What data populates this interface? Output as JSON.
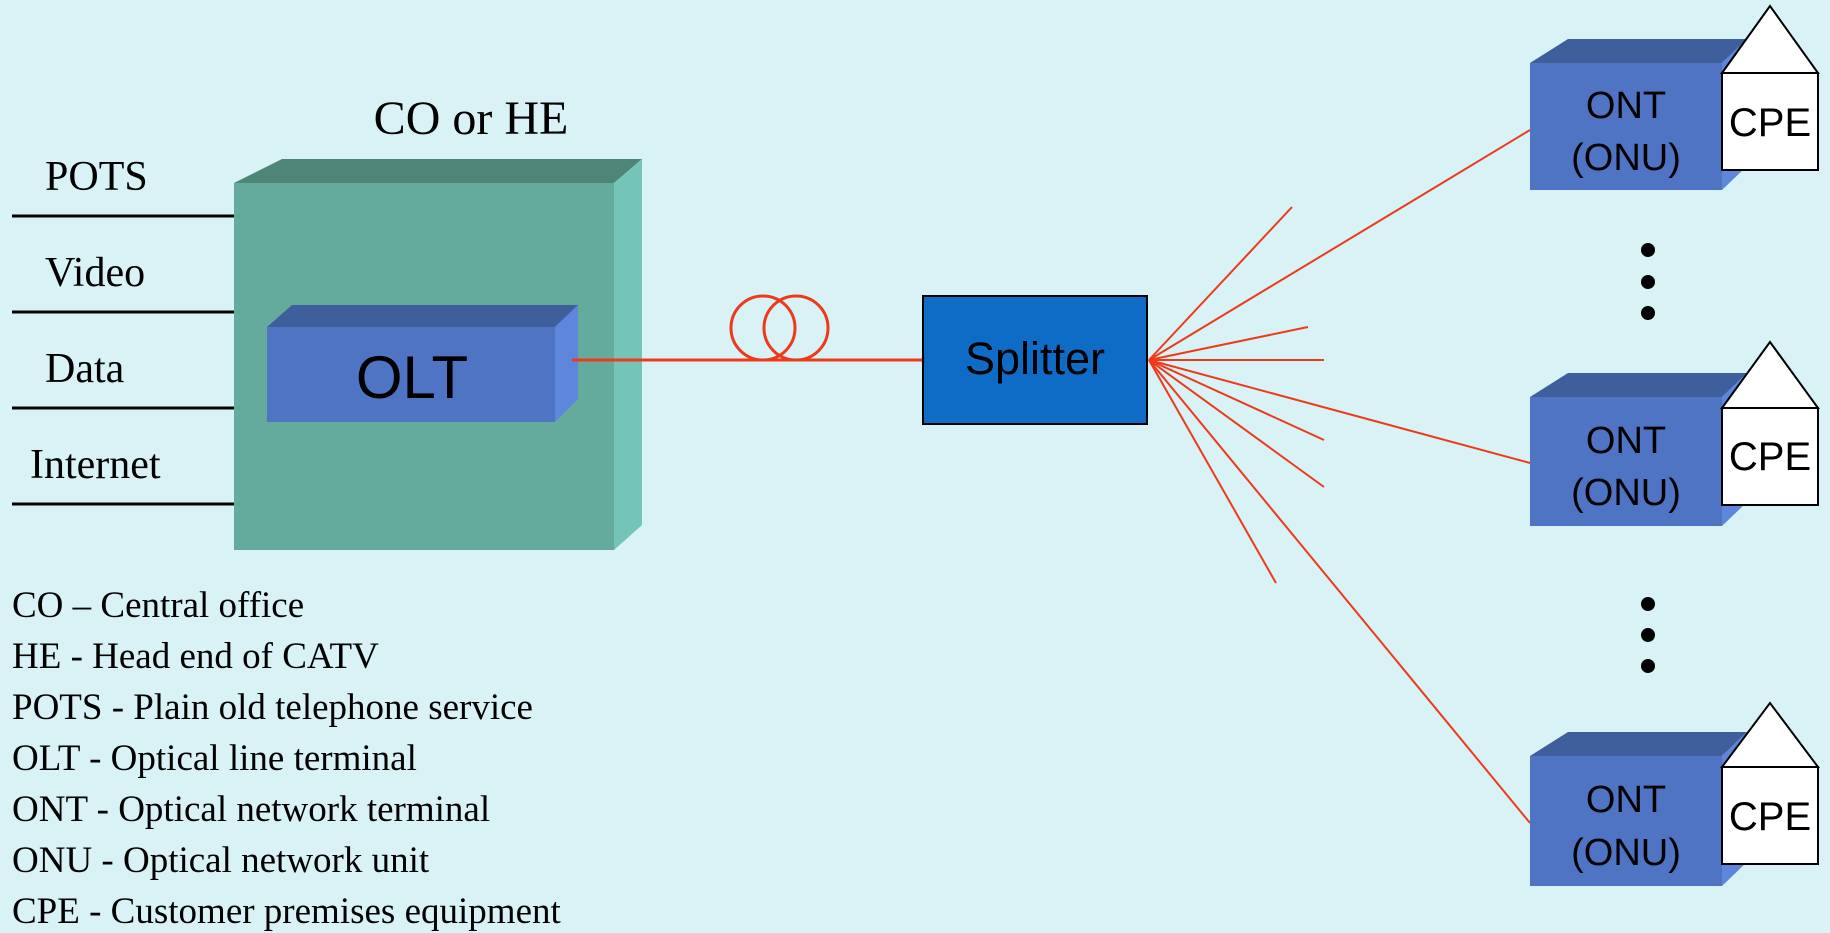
{
  "co_title": "CO or HE",
  "services": [
    "POTS",
    "Video",
    "Data",
    "Internet"
  ],
  "olt_label": "OLT",
  "splitter_label": "Splitter",
  "ont": {
    "line1": "ONT",
    "line2": "(ONU)",
    "cpe": "CPE"
  },
  "legend": [
    "CO – Central office",
    "HE -  Head end of CATV",
    "POTS - Plain old telephone service",
    "OLT - Optical line terminal",
    "ONT - Optical network terminal",
    "ONU - Optical network unit",
    "CPE  - Customer premises equipment"
  ],
  "colors": {
    "background": "#d8f2f5",
    "co_front": "#64aa9d",
    "co_top": "#4f8577",
    "co_side": "#74c4b8",
    "box_front": "#4f74c4",
    "box_top": "#3f5e9c",
    "box_side": "#5d86dc",
    "splitter": "#0f6cc6",
    "fiber": "#ee3a1a"
  }
}
